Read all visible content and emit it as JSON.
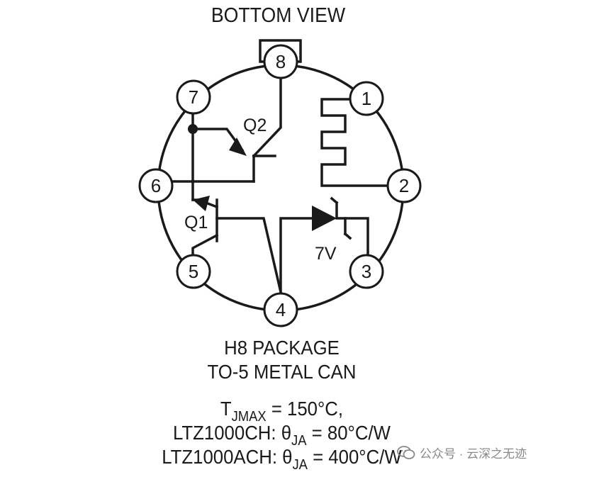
{
  "title": "BOTTOM VIEW",
  "pins": [
    {
      "id": "pin-1",
      "label": "1"
    },
    {
      "id": "pin-2",
      "label": "2"
    },
    {
      "id": "pin-3",
      "label": "3"
    },
    {
      "id": "pin-4",
      "label": "4"
    },
    {
      "id": "pin-5",
      "label": "5"
    },
    {
      "id": "pin-6",
      "label": "6"
    },
    {
      "id": "pin-7",
      "label": "7"
    },
    {
      "id": "pin-8",
      "label": "8"
    }
  ],
  "components": {
    "q1_label": "Q1",
    "q2_label": "Q2",
    "zener_label": "7V"
  },
  "package": {
    "line1": "H8 PACKAGE",
    "line2": "TO-5 METAL CAN"
  },
  "specs": {
    "tjmax_t": "T",
    "tjmax_sub": "JMAX",
    "tjmax_value": " = 150°C,",
    "ch_part": "LTZ1000CH: θ",
    "ch_sub": "JA",
    "ch_value": " = 80°C/W",
    "ach_part": "LTZ1000ACH: θ",
    "ach_sub": "JA",
    "ach_value": " = 400°C/W"
  },
  "watermark": {
    "text": "公众号 · 云深之无迹",
    "icon": "wechat-icon"
  }
}
